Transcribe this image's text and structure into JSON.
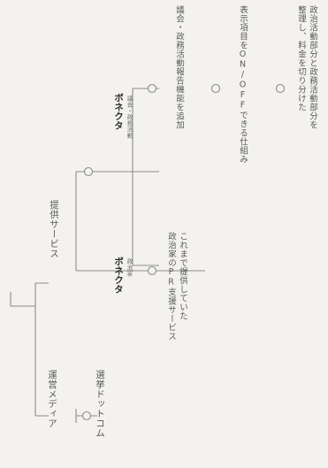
{
  "media": {
    "label": "運営メディア",
    "site": "選挙ドットコム"
  },
  "services": {
    "label": "提供サービス",
    "items": [
      {
        "brand": "ボネクタ",
        "sub": "政治家",
        "description": "これまで提供していた\n政治家のPR支援サービス"
      },
      {
        "brand": "ボネクタ",
        "sub": "議会・政務活動",
        "points": [
          "議会・政務活動報告機能を追加",
          "表示項目をON/OFFできる仕組み",
          "政治活動部分と政務活動部分を\n整理し、料金を切り分けた"
        ]
      }
    ]
  },
  "colors": {
    "line": "#8c8c8c",
    "text": "#5a5a5a",
    "background": "#f3f2ee"
  }
}
